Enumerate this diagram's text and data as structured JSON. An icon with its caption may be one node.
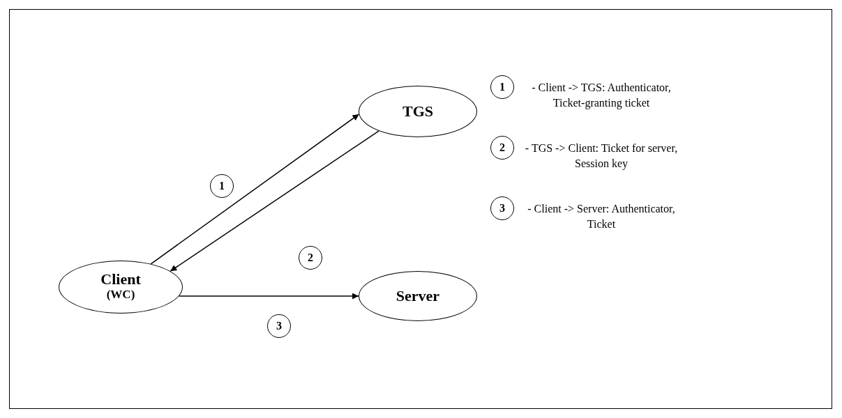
{
  "diagram": {
    "nodes": [
      {
        "text": [
          "TGS"
        ]
      },
      {
        "text": [
          "1"
        ]
      },
      {
        "text": [
          "2"
        ]
      },
      {
        "text": [
          "Client",
          "(WC)"
        ]
      },
      {
        "text": [
          "Server"
        ]
      },
      {
        "text": [
          "3"
        ]
      },
      {
        "text": [
          "1"
        ],
        "beside": [
          "- Client -> TGS: Authenticator, Ticket-granting ticket"
        ]
      },
      {
        "text": [
          "2"
        ],
        "beside": [
          "- TGS -> Client: Ticket for server, Session key"
        ]
      },
      {
        "text": [
          "3"
        ],
        "beside": [
          "- Client -> Server: Authenticator, Ticket"
        ]
      }
    ],
    "edges": [
      {
        "from": 3,
        "to": 0,
        "arrow": "to"
      },
      {
        "from": 0,
        "to": 3,
        "arrow": "to"
      },
      {
        "from": 3,
        "to": 4,
        "arrow": "to"
      }
    ]
  }
}
